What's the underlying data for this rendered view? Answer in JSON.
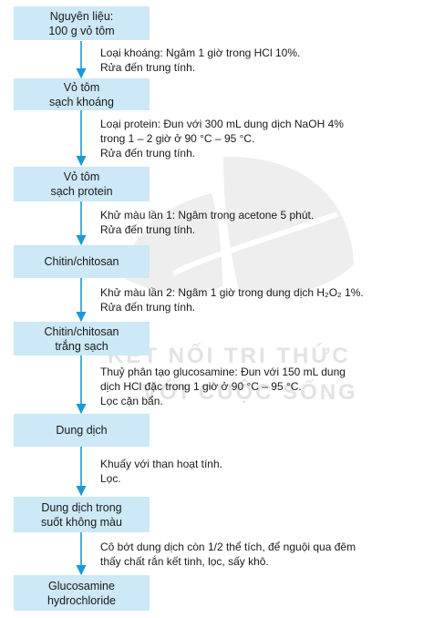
{
  "colors": {
    "box_fill": "#cde8f6",
    "arrow": "#1b9ad6",
    "text": "#1a1a1a",
    "watermark": "#e6e6e6"
  },
  "watermark": {
    "line1": "KẾT NỐI TRI THỨC",
    "line2": "VỚI CUỘC SỐNG"
  },
  "boxes": [
    {
      "lines": [
        "Nguyên liệu:",
        "100 g vỏ tôm"
      ]
    },
    {
      "lines": [
        "Vỏ tôm",
        "sạch khoáng"
      ]
    },
    {
      "lines": [
        "Vỏ tôm",
        "sạch protein"
      ]
    },
    {
      "lines": [
        "Chitin/chitosan"
      ]
    },
    {
      "lines": [
        "Chitin/chitosan",
        "trắng sạch"
      ]
    },
    {
      "lines": [
        "Dung dịch"
      ]
    },
    {
      "lines": [
        "Dung dịch trong",
        "suốt không màu"
      ]
    },
    {
      "lines": [
        "Glucosamine",
        "hydrochloride"
      ]
    }
  ],
  "steps": [
    {
      "lines": [
        "Loại khoáng: Ngâm 1 giờ trong HCl 10%.",
        "Rửa đến trung tính."
      ]
    },
    {
      "lines": [
        "Loại protein: Đun với 300 mL dung dịch NaOH 4%",
        "trong 1 – 2 giờ ở 90 °C – 95 °C.",
        "Rửa đến trung tính."
      ]
    },
    {
      "lines": [
        "Khử màu lần 1: Ngâm trong acetone 5 phút.",
        "Rửa đến trung tính."
      ]
    },
    {
      "lines": [
        "Khử màu lần 2: Ngâm 1 giờ trong dung dịch H₂O₂ 1%.",
        "Rửa đến trung tính."
      ]
    },
    {
      "lines": [
        "Thuỷ phân tạo glucosamine: Đun với 150 mL dung",
        "dịch HCl đặc trong 1 giờ ở 90 °C – 95 °C.",
        "Lọc cặn bẩn."
      ]
    },
    {
      "lines": [
        "Khuấy với than hoạt tính.",
        "Lọc."
      ]
    },
    {
      "lines": [
        "Cô bớt dung dịch còn 1/2 thể tích, để nguội qua đêm",
        "thấy chất rắn kết tinh, lọc, sấy khô."
      ]
    }
  ]
}
